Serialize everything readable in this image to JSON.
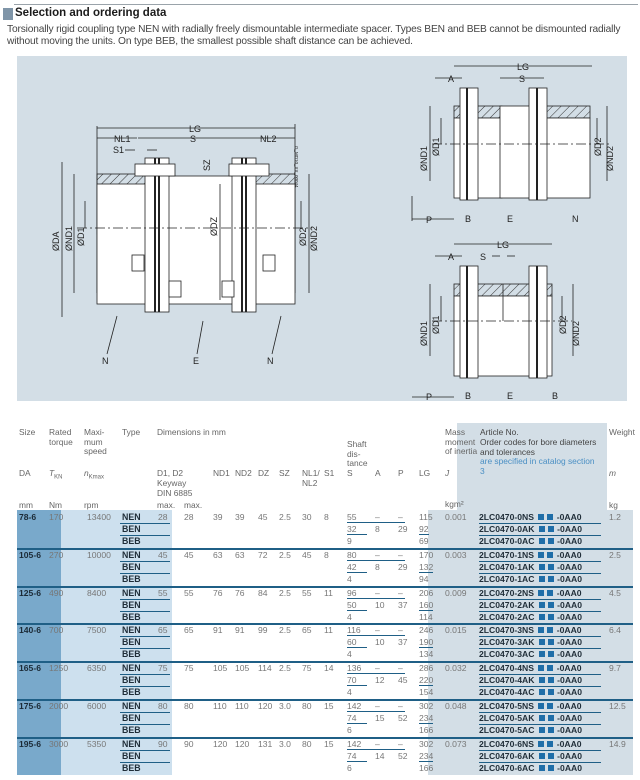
{
  "section": {
    "title": "Selection and ordering data",
    "intro": "Torsionally rigid coupling type NEN with radially freely dismountable intermediate spacer. Types BEN and BEB cannot be dismounted radially without moving the units. On type BEB, the smallest possible shaft distance can be achieved."
  },
  "figure": {
    "drawing_id": "G_MD10_XX_00044",
    "left_drawing": {
      "dims": [
        "LG",
        "NL1",
        "S",
        "NL2",
        "S1",
        "SZ",
        "ØDA",
        "ØND1",
        "ØD1",
        "ØDZ",
        "ØD2",
        "ØND2"
      ],
      "labels": [
        "N",
        "E",
        "N"
      ]
    },
    "right_top_drawing": {
      "dims": [
        "LG",
        "A",
        "S",
        "ØND1",
        "ØD1",
        "ØD2",
        "ØND2",
        "P"
      ],
      "labels": [
        "B",
        "E",
        "N"
      ]
    },
    "right_bottom_drawing": {
      "dims": [
        "LG",
        "A",
        "S",
        "ØND1",
        "ØD1",
        "ØD2",
        "ØND2",
        "P"
      ],
      "labels": [
        "B",
        "E",
        "B"
      ]
    }
  },
  "table": {
    "headers": {
      "size": "Size",
      "rated_torque": "Rated torque",
      "max_speed": "Maxi- mum speed",
      "type": "Type",
      "dimensions": "Dimensions in mm",
      "shaft_distance": "Shaft dis- tance",
      "mass_moment": "Mass moment of inertia",
      "article_no": "Article No.",
      "article_note": "Order codes for bore diameters and tolerances",
      "article_link": "are specified in catalog section 3",
      "weight": "Weight",
      "da": "DA",
      "tkn": "T",
      "tkn_sub": "KN",
      "nkmax": "n",
      "nkmax_sub": "Kmax",
      "d1d2": "D1, D2",
      "keyway": "Keyway DIN 6885",
      "nd1": "ND1",
      "nd2": "ND2",
      "dz": "DZ",
      "sz": "SZ",
      "nl": "NL1/ NL2",
      "s1": "S1",
      "s": "S",
      "a": "A",
      "p": "P",
      "lg": "LG",
      "j": "J",
      "m": "m",
      "unit_mm": "mm",
      "unit_nm": "Nm",
      "unit_rpm": "rpm",
      "unit_max1": "max.",
      "unit_max2": "max.",
      "unit_kgm2": "kgm²",
      "unit_kg": "kg"
    },
    "groups": [
      {
        "size": "78-6",
        "torque": "170",
        "speed": "13400",
        "d1": "28",
        "d2": "28",
        "nd1": "39",
        "nd2": "39",
        "dz": "45",
        "sz": "2.5",
        "nl": "30",
        "s1": "8",
        "j": "0.001",
        "weight": "1.2",
        "rows": [
          {
            "type": "NEN",
            "s": "55",
            "a": "–",
            "p": "–",
            "lg": "115",
            "article": "2LC0470-0NS",
            "suffix": "-0AA0"
          },
          {
            "type": "BEN",
            "s": "32",
            "a": "8",
            "p": "29",
            "lg": "92",
            "article": "2LC0470-0AK",
            "suffix": "-0AA0"
          },
          {
            "type": "BEB",
            "s": "9",
            "a": "",
            "p": "",
            "lg": "69",
            "article": "2LC0470-0AC",
            "suffix": "-0AA0"
          }
        ]
      },
      {
        "size": "105-6",
        "torque": "270",
        "speed": "10000",
        "d1": "45",
        "d2": "45",
        "nd1": "63",
        "nd2": "63",
        "dz": "72",
        "sz": "2.5",
        "nl": "45",
        "s1": "8",
        "j": "0.003",
        "weight": "2.5",
        "rows": [
          {
            "type": "NEN",
            "s": "80",
            "a": "–",
            "p": "–",
            "lg": "170",
            "article": "2LC0470-1NS",
            "suffix": "-0AA0"
          },
          {
            "type": "BEN",
            "s": "42",
            "a": "8",
            "p": "29",
            "lg": "132",
            "article": "2LC0470-1AK",
            "suffix": "-0AA0"
          },
          {
            "type": "BEB",
            "s": "4",
            "a": "",
            "p": "",
            "lg": "94",
            "article": "2LC0470-1AC",
            "suffix": "-0AA0"
          }
        ]
      },
      {
        "size": "125-6",
        "torque": "490",
        "speed": "8400",
        "d1": "55",
        "d2": "55",
        "nd1": "76",
        "nd2": "76",
        "dz": "84",
        "sz": "2.5",
        "nl": "55",
        "s1": "11",
        "j": "0.009",
        "weight": "4.5",
        "rows": [
          {
            "type": "NEN",
            "s": "96",
            "a": "–",
            "p": "–",
            "lg": "206",
            "article": "2LC0470-2NS",
            "suffix": "-0AA0"
          },
          {
            "type": "BEN",
            "s": "50",
            "a": "10",
            "p": "37",
            "lg": "160",
            "article": "2LC0470-2AK",
            "suffix": "-0AA0"
          },
          {
            "type": "BEB",
            "s": "4",
            "a": "",
            "p": "",
            "lg": "114",
            "article": "2LC0470-2AC",
            "suffix": "-0AA0"
          }
        ]
      },
      {
        "size": "140-6",
        "torque": "700",
        "speed": "7500",
        "d1": "65",
        "d2": "65",
        "nd1": "91",
        "nd2": "91",
        "dz": "99",
        "sz": "2.5",
        "nl": "65",
        "s1": "11",
        "j": "0.015",
        "weight": "6.4",
        "rows": [
          {
            "type": "NEN",
            "s": "116",
            "a": "–",
            "p": "–",
            "lg": "246",
            "article": "2LC0470-3NS",
            "suffix": "-0AA0"
          },
          {
            "type": "BEN",
            "s": "60",
            "a": "10",
            "p": "37",
            "lg": "190",
            "article": "2LC0470-3AK",
            "suffix": "-0AA0"
          },
          {
            "type": "BEB",
            "s": "4",
            "a": "",
            "p": "",
            "lg": "134",
            "article": "2LC0470-3AC",
            "suffix": "-0AA0"
          }
        ]
      },
      {
        "size": "165-6",
        "torque": "1250",
        "speed": "6350",
        "d1": "75",
        "d2": "75",
        "nd1": "105",
        "nd2": "105",
        "dz": "114",
        "sz": "2.5",
        "nl": "75",
        "s1": "14",
        "j": "0.032",
        "weight": "9.7",
        "rows": [
          {
            "type": "NEN",
            "s": "136",
            "a": "–",
            "p": "–",
            "lg": "286",
            "article": "2LC0470-4NS",
            "suffix": "-0AA0"
          },
          {
            "type": "BEN",
            "s": "70",
            "a": "12",
            "p": "45",
            "lg": "220",
            "article": "2LC0470-4AK",
            "suffix": "-0AA0"
          },
          {
            "type": "BEB",
            "s": "4",
            "a": "",
            "p": "",
            "lg": "154",
            "article": "2LC0470-4AC",
            "suffix": "-0AA0"
          }
        ]
      },
      {
        "size": "175-6",
        "torque": "2000",
        "speed": "6000",
        "d1": "80",
        "d2": "80",
        "nd1": "110",
        "nd2": "110",
        "dz": "120",
        "sz": "3.0",
        "nl": "80",
        "s1": "15",
        "j": "0.048",
        "weight": "12.5",
        "rows": [
          {
            "type": "NEN",
            "s": "142",
            "a": "–",
            "p": "–",
            "lg": "302",
            "article": "2LC0470-5NS",
            "suffix": "-0AA0"
          },
          {
            "type": "BEN",
            "s": "74",
            "a": "15",
            "p": "52",
            "lg": "234",
            "article": "2LC0470-5AK",
            "suffix": "-0AA0"
          },
          {
            "type": "BEB",
            "s": "6",
            "a": "",
            "p": "",
            "lg": "166",
            "article": "2LC0470-5AC",
            "suffix": "-0AA0"
          }
        ]
      },
      {
        "size": "195-6",
        "torque": "3000",
        "speed": "5350",
        "d1": "90",
        "d2": "90",
        "nd1": "120",
        "nd2": "120",
        "dz": "131",
        "sz": "3.0",
        "nl": "80",
        "s1": "15",
        "j": "0.073",
        "weight": "14.9",
        "rows": [
          {
            "type": "NEN",
            "s": "142",
            "a": "–",
            "p": "–",
            "lg": "302",
            "article": "2LC0470-6NS",
            "suffix": "-0AA0"
          },
          {
            "type": "BEN",
            "s": "74",
            "a": "14",
            "p": "52",
            "lg": "234",
            "article": "2LC0470-6AK",
            "suffix": "-0AA0"
          },
          {
            "type": "BEB",
            "s": "6",
            "a": "",
            "p": "",
            "lg": "166",
            "article": "2LC0470-6AC",
            "suffix": "-0AA0"
          }
        ]
      }
    ]
  },
  "colors": {
    "size_column": "#79a9cb",
    "light_column": "#cde0ee",
    "figure_bg": "#d3dee6",
    "rule": "#1f5f86",
    "order_square": "#1f6ea8",
    "link": "#4a8fc4"
  }
}
